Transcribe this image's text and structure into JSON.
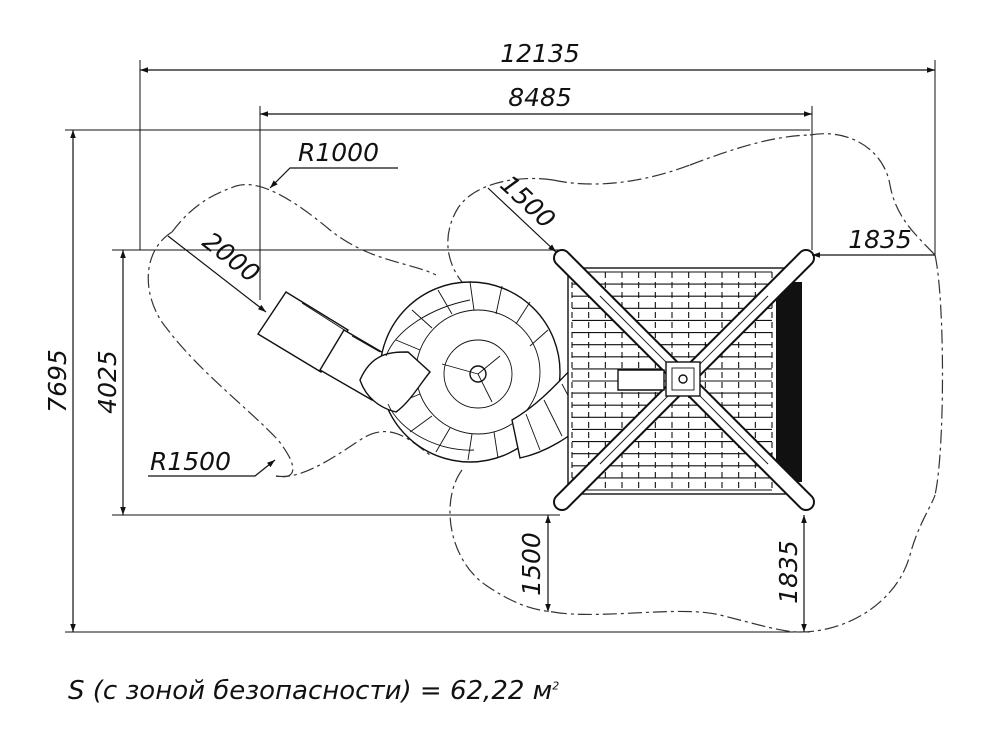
{
  "dimensions": {
    "overall_width": "12135",
    "inner_width": "8485",
    "overall_height": "7695",
    "inner_height": "4025",
    "radius_top": "R1000",
    "radius_bottom": "R1500",
    "diag_slide": "2000",
    "diag_tower": "1500",
    "right_offset": "1835",
    "bottom_left": "1500",
    "bottom_right": "1835"
  },
  "caption": {
    "text": "S (с зоной безопасности) = 62,22 м",
    "superscript": "2"
  }
}
